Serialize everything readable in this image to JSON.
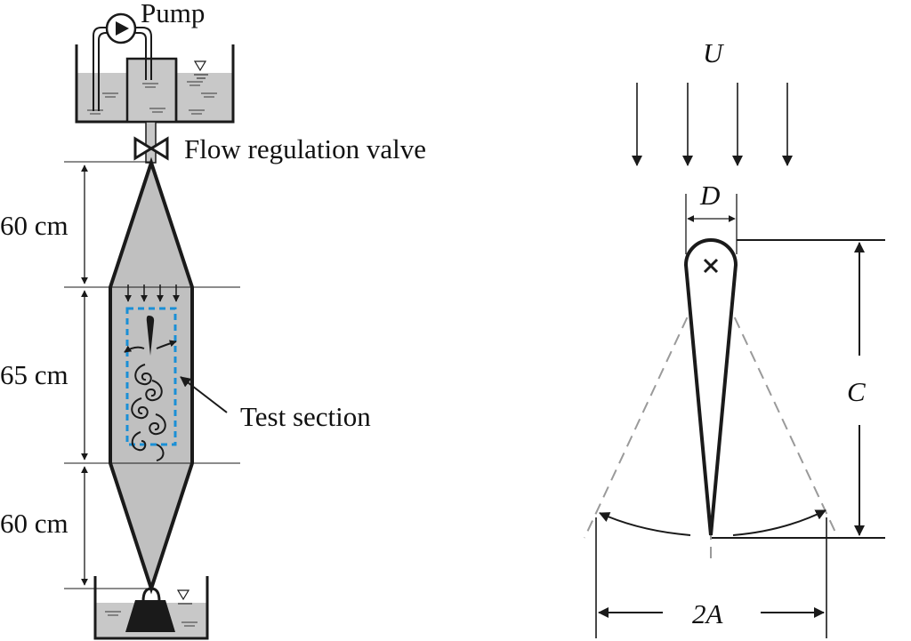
{
  "left_schematic": {
    "pump_label": "Pump",
    "valve_label": "Flow regulation valve",
    "upper_contraction_height": "60 cm",
    "test_section_height": "65 cm",
    "lower_diffuser_height": "60 cm",
    "test_section_label": "Test section"
  },
  "right_schematic": {
    "flow_velocity_label": "U",
    "diameter_label": "D",
    "chord_label": "C",
    "amplitude_label": "2A"
  },
  "colors": {
    "tank_water": "#c8c8c8",
    "channel_fill": "#c0c0c0",
    "test_box_dash": "#1a8fd6",
    "outline": "#1a1a1a",
    "pivot_dash": "#9a9a9a"
  }
}
